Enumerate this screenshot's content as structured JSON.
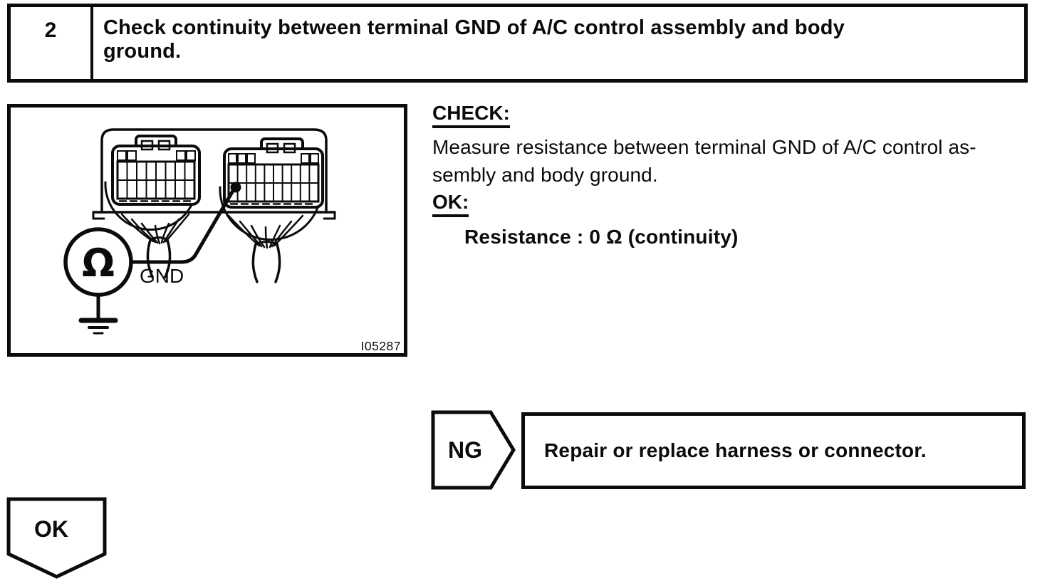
{
  "page": {
    "ink_color": "#0b0b0b",
    "background_color": "#ffffff"
  },
  "step": {
    "number": "2",
    "instruction_lines": [
      "Check continuity between terminal GND of A/C control assembly and body",
      "ground."
    ]
  },
  "figure": {
    "code": "I05287",
    "ohmmeter_symbol": "Ω",
    "wire_label": "GND"
  },
  "check": {
    "heading": "CHECK:",
    "body_lines": [
      "Measure resistance between terminal GND of A/C control as-",
      "sembly and body ground."
    ],
    "ok_heading": "OK:",
    "spec": "Resistance : 0 Ω (continuity)"
  },
  "ng": {
    "label": "NG",
    "action": "Repair or replace harness or connector."
  },
  "ok": {
    "label": "OK"
  }
}
